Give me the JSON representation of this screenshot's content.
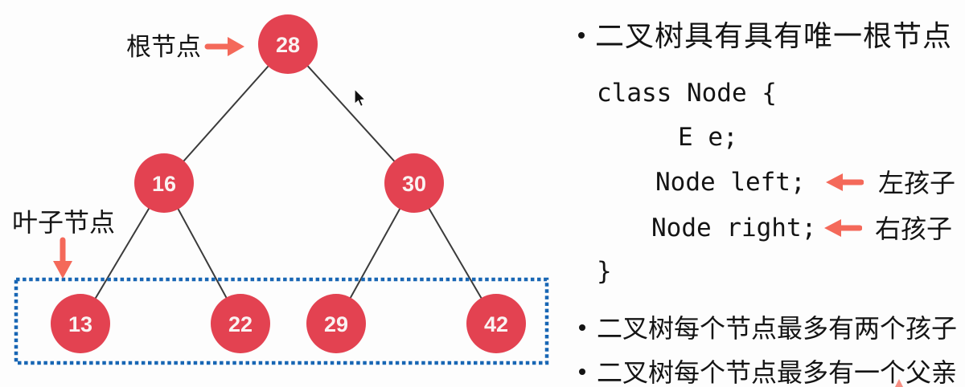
{
  "colors": {
    "node": "#e34251",
    "edge": "#3b3b3b",
    "arrow": "#f4695a",
    "leaf_box_border": "#1866b4",
    "text": "#141414",
    "node_text": "#faf3f2"
  },
  "tree": {
    "root_pointer_label": "根节点",
    "leaf_pointer_label": "叶子节点",
    "nodes": [
      {
        "value": "28",
        "role": "root"
      },
      {
        "value": "16",
        "role": "internal"
      },
      {
        "value": "30",
        "role": "internal"
      },
      {
        "value": "13",
        "role": "leaf"
      },
      {
        "value": "22",
        "role": "leaf"
      },
      {
        "value": "29",
        "role": "leaf"
      },
      {
        "value": "42",
        "role": "leaf"
      }
    ]
  },
  "code": {
    "line_class_open": "class Node {",
    "line_e": "E e;",
    "line_left": "Node left;",
    "line_right": "Node right;",
    "line_close": "}",
    "annotation_left_child": "左孩子",
    "annotation_right_child": "右孩子"
  },
  "notes": {
    "bullet_root": "二叉树具有具有唯一根节点",
    "bullet_children": "二叉树每个节点最多有两个孩子",
    "bullet_parent": "二叉树每个节点最多有一个父亲"
  }
}
